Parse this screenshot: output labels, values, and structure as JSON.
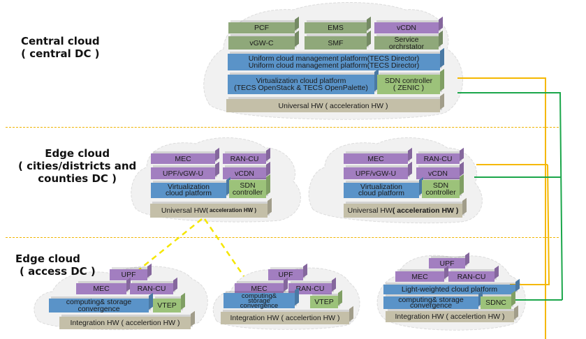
{
  "tiers": {
    "central": {
      "line1": "Central cloud",
      "line2": "( central DC )"
    },
    "edge_city": {
      "line1": "Edge cloud",
      "line2": "( cities/districts and",
      "line3": "counties DC )"
    },
    "edge_access": {
      "line1": "Edge cloud",
      "line2": "( access DC )"
    }
  },
  "central_dc": {
    "pcf": "PCF",
    "ems": "EMS",
    "vcdn": "vCDN",
    "vgwc": "vGW-C",
    "smf": "SMF",
    "service_orch_1": "Service",
    "service_orch_2": "orchrstator",
    "uniform_1": "Uniform  cloud management platform(TECS Director)",
    "uniform_2": "Uniform  cloud management platform(TECS Director)",
    "virt_1": "Virtualization cloud platform",
    "virt_2": "(TECS OpenStack  & TECS OpenPalette)",
    "sdn_1": "SDN controller",
    "sdn_2": "( ZENIC )",
    "hw": "Universal HW ( acceleration HW )"
  },
  "edge_city_left": {
    "mec": "MEC",
    "ran": "RAN-CU",
    "upf": "UPF/vGW-U",
    "vcdn": "vCDN",
    "virt_1": "Virtualization",
    "virt_2": "cloud platform",
    "sdn_1": "SDN",
    "sdn_2": "controller",
    "hw_main": "Universal HW ",
    "hw_sub": "( acceleration HW )"
  },
  "edge_city_right": {
    "mec": "MEC",
    "ran": "RAN-CU",
    "upf": "UPF/vGW-U",
    "vcdn": "vCDN",
    "virt_1": "Virtualization",
    "virt_2": "cloud platform",
    "sdn_1": "SDN",
    "sdn_2": "controller",
    "hw_main": "Universal HW ",
    "hw_sub": "( acceleration HW )"
  },
  "access_1": {
    "upf": "UPF",
    "mec": "MEC",
    "ran": "RAN-CU",
    "comp_1": "computing& storage",
    "comp_2": "convergence",
    "vtep": "VTEP",
    "hw": "Integration HW ( accelertion HW )"
  },
  "access_2": {
    "upf": "UPF",
    "mec": "MEC",
    "ran": "RAN-CU",
    "comp_1": "computing&",
    "comp_2": "storage",
    "comp_3": "convergence",
    "vtep": "VTEP",
    "hw": "Integration HW ( accelertion HW )"
  },
  "access_3": {
    "upf": "UPF",
    "mec": "MEC",
    "ran": "RAN-CU",
    "light": "Light-weighted cloud platform",
    "comp_1": "computing& storage",
    "comp_2": "convergence",
    "sdnc": "SDNC",
    "hw": "Integration HW ( accelertion HW )"
  },
  "colors": {
    "orange_link": "#f5b800",
    "green_link": "#1aa64a",
    "yellow_dash": "#f5e600",
    "separator": "#f0b400"
  }
}
